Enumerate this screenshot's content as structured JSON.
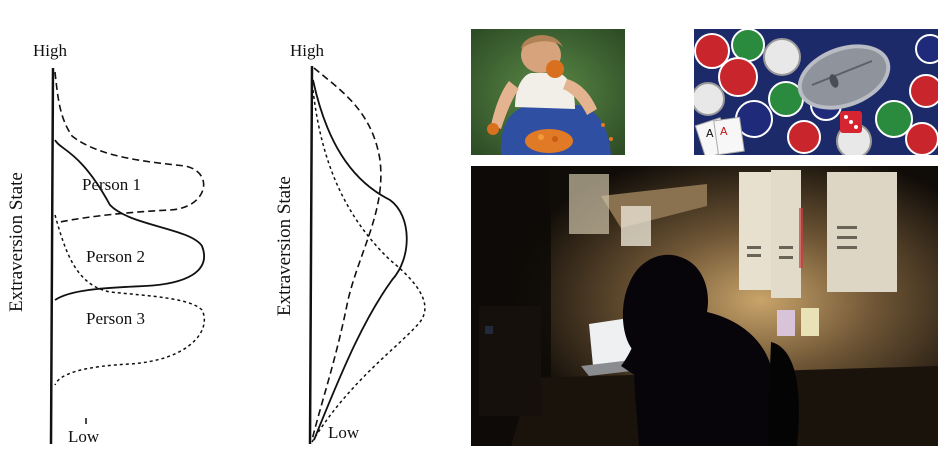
{
  "left_diagram": {
    "high_label": "High",
    "low_label": "Low",
    "axis_label": "Extraversion State",
    "persons": [
      "Person 1",
      "Person 2",
      "Person 3"
    ]
  },
  "right_diagram": {
    "high_label": "High",
    "low_label": "Low",
    "axis_label": "Extraversion State"
  },
  "photos": {
    "eating": {
      "depicts": "child-eating-snacks"
    },
    "gambling": {
      "depicts": "poker-chips-dice-cards-mouse"
    },
    "desk": {
      "depicts": "person-at-laptop-in-dark-room"
    }
  },
  "colors": {
    "ink": "#111111",
    "grass": "#3f6a34",
    "felt": "#1d2a6a",
    "room_dark": "#0d0a07",
    "lamp": "#e8c27a"
  }
}
